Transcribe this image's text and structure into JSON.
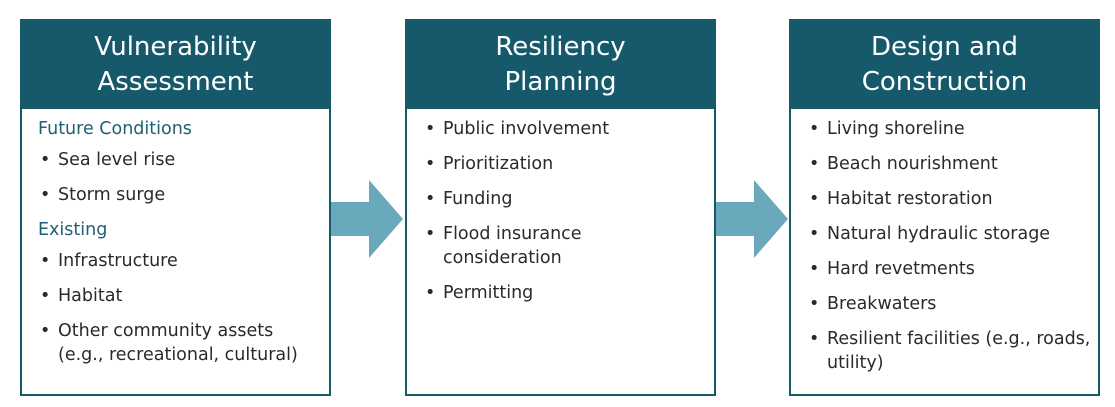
{
  "colors": {
    "header_bg": "#16596b",
    "border": "#16596b",
    "arrow": "#6aa8bb",
    "section_title": "#1f6077",
    "text": "#2a2a2a"
  },
  "bullet_glyph": "•",
  "boxes": [
    {
      "title_lines": [
        "Vulnerability",
        "Assessment"
      ],
      "sections": [
        {
          "title": "Future Conditions",
          "items": [
            {
              "lines": [
                "Sea level rise"
              ]
            },
            {
              "lines": [
                "Storm surge"
              ]
            }
          ]
        },
        {
          "title": "Existing",
          "items": [
            {
              "lines": [
                "Infrastructure"
              ]
            },
            {
              "lines": [
                "Habitat"
              ]
            },
            {
              "lines": [
                "Other community assets",
                "(e.g., recreational, cultural)"
              ]
            }
          ]
        }
      ]
    },
    {
      "title_lines": [
        "Resiliency",
        "Planning"
      ],
      "sections": [
        {
          "title": "",
          "items": [
            {
              "lines": [
                "Public involvement"
              ]
            },
            {
              "lines": [
                "Prioritization"
              ]
            },
            {
              "lines": [
                "Funding"
              ]
            },
            {
              "lines": [
                "Flood insurance",
                "consideration"
              ]
            },
            {
              "lines": [
                "Permitting"
              ]
            }
          ]
        }
      ]
    },
    {
      "title_lines": [
        "Design and",
        "Construction"
      ],
      "sections": [
        {
          "title": "",
          "items": [
            {
              "lines": [
                "Living shoreline"
              ]
            },
            {
              "lines": [
                "Beach nourishment"
              ]
            },
            {
              "lines": [
                "Habitat restoration"
              ]
            },
            {
              "lines": [
                "Natural hydraulic storage"
              ]
            },
            {
              "lines": [
                "Hard revetments"
              ]
            },
            {
              "lines": [
                "Breakwaters"
              ]
            },
            {
              "lines": [
                "Resilient facilities (e.g., roads,",
                "utility)"
              ]
            }
          ]
        }
      ]
    }
  ]
}
